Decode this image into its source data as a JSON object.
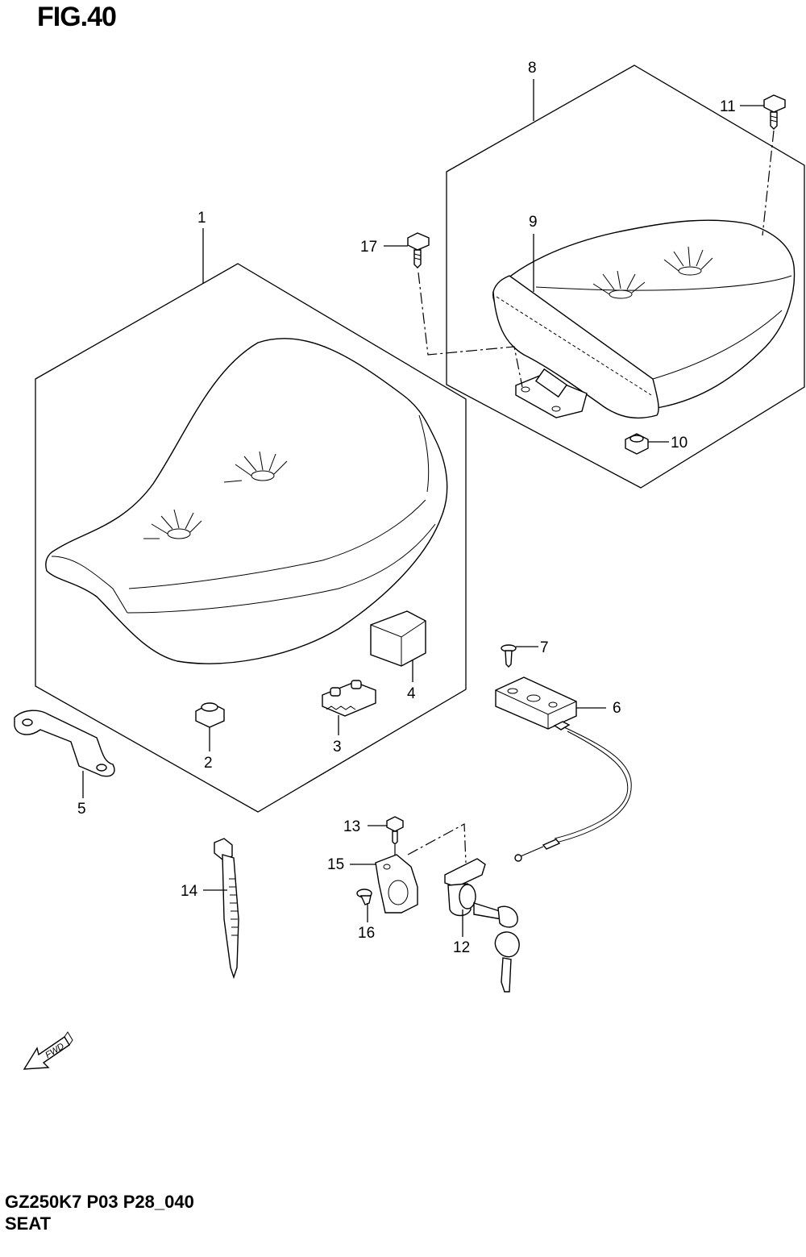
{
  "header": {
    "figure": "FIG.40"
  },
  "footer": {
    "code": "GZ250K7 P03 P28_040",
    "name": "SEAT"
  },
  "callouts": {
    "c1": "1",
    "c2": "2",
    "c3": "3",
    "c4": "4",
    "c5": "5",
    "c6": "6",
    "c7": "7",
    "c8": "8",
    "c9": "9",
    "c10": "10",
    "c11": "11",
    "c12": "12",
    "c13": "13",
    "c14": "14",
    "c15": "15",
    "c16": "16",
    "c17": "17"
  },
  "fwd_arrow": {
    "label": "FWD"
  }
}
